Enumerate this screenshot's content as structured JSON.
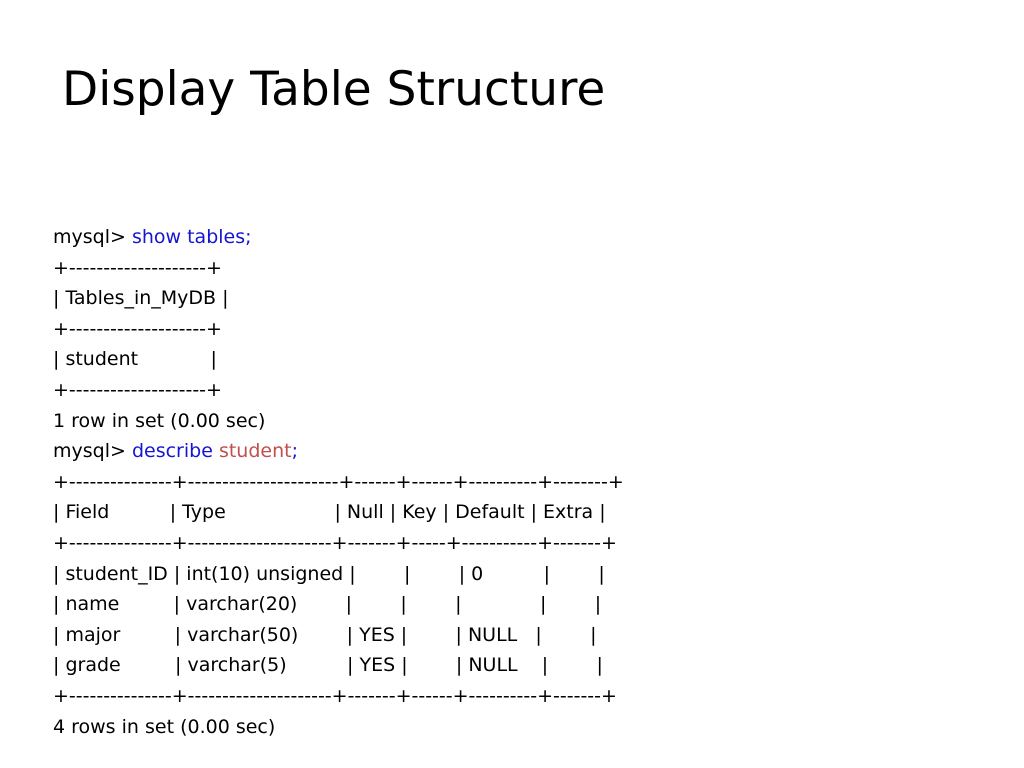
{
  "slide": {
    "title": "Display Table Structure"
  },
  "colors": {
    "command_keyword": "#1515d0",
    "table_name": "#c0504d",
    "text": "#000000",
    "background": "#ffffff"
  },
  "session": {
    "show_tables": {
      "prompt": "mysql> ",
      "command": "show tables;",
      "border_top": "+--------------------+",
      "header": "| Tables_in_MyDB |",
      "border_mid": "+--------------------+",
      "row_1": "| student            |",
      "border_bottom": "+--------------------+",
      "result": "1 row in set (0.00 sec)"
    },
    "describe": {
      "prompt": "mysql> ",
      "command_keyword": "describe",
      "space": " ",
      "table_name": "student",
      "terminator": ";",
      "border_top": "+---------------+----------------------+------+------+----------+--------+",
      "header": "| Field          | Type                  | Null | Key | Default | Extra |",
      "border_mid": "+---------------+---------------------+-------+-----+-----------+-------+",
      "rows": [
        "| student_ID | int(10) unsigned |        |        | 0          |        |",
        "| name         | varchar(20)        |        |        |             |        |",
        "| major         | varchar(50)        | YES |        | NULL   |        |",
        "| grade         | varchar(5)          | YES |        | NULL    |        |"
      ],
      "border_bottom": "+---------------+---------------------+-------+------+----------+-------+",
      "result": "4 rows in set (0.00 sec)"
    }
  }
}
